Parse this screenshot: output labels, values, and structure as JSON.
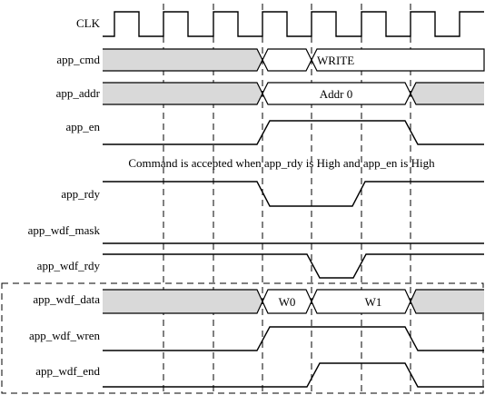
{
  "signals": [
    {
      "id": "clk",
      "label": "CLK"
    },
    {
      "id": "app_cmd",
      "label": "app_cmd",
      "value": "WRITE"
    },
    {
      "id": "app_addr",
      "label": "app_addr",
      "value": "Addr 0"
    },
    {
      "id": "app_en",
      "label": "app_en"
    },
    {
      "id": "app_rdy",
      "label": "app_rdy"
    },
    {
      "id": "app_wdf_mask",
      "label": "app_wdf_mask"
    },
    {
      "id": "app_wdf_rdy",
      "label": "app_wdf_rdy"
    },
    {
      "id": "app_wdf_data",
      "label": "app_wdf_data",
      "values": [
        "W0",
        "W1"
      ]
    },
    {
      "id": "app_wdf_wren",
      "label": "app_wdf_wren"
    },
    {
      "id": "app_wdf_end",
      "label": "app_wdf_end"
    }
  ],
  "note": "Command is accepted when app_rdy is High and app_en is High",
  "colors": {
    "line": "#000000",
    "shade": "#d9d9d9",
    "background": "#ffffff"
  }
}
